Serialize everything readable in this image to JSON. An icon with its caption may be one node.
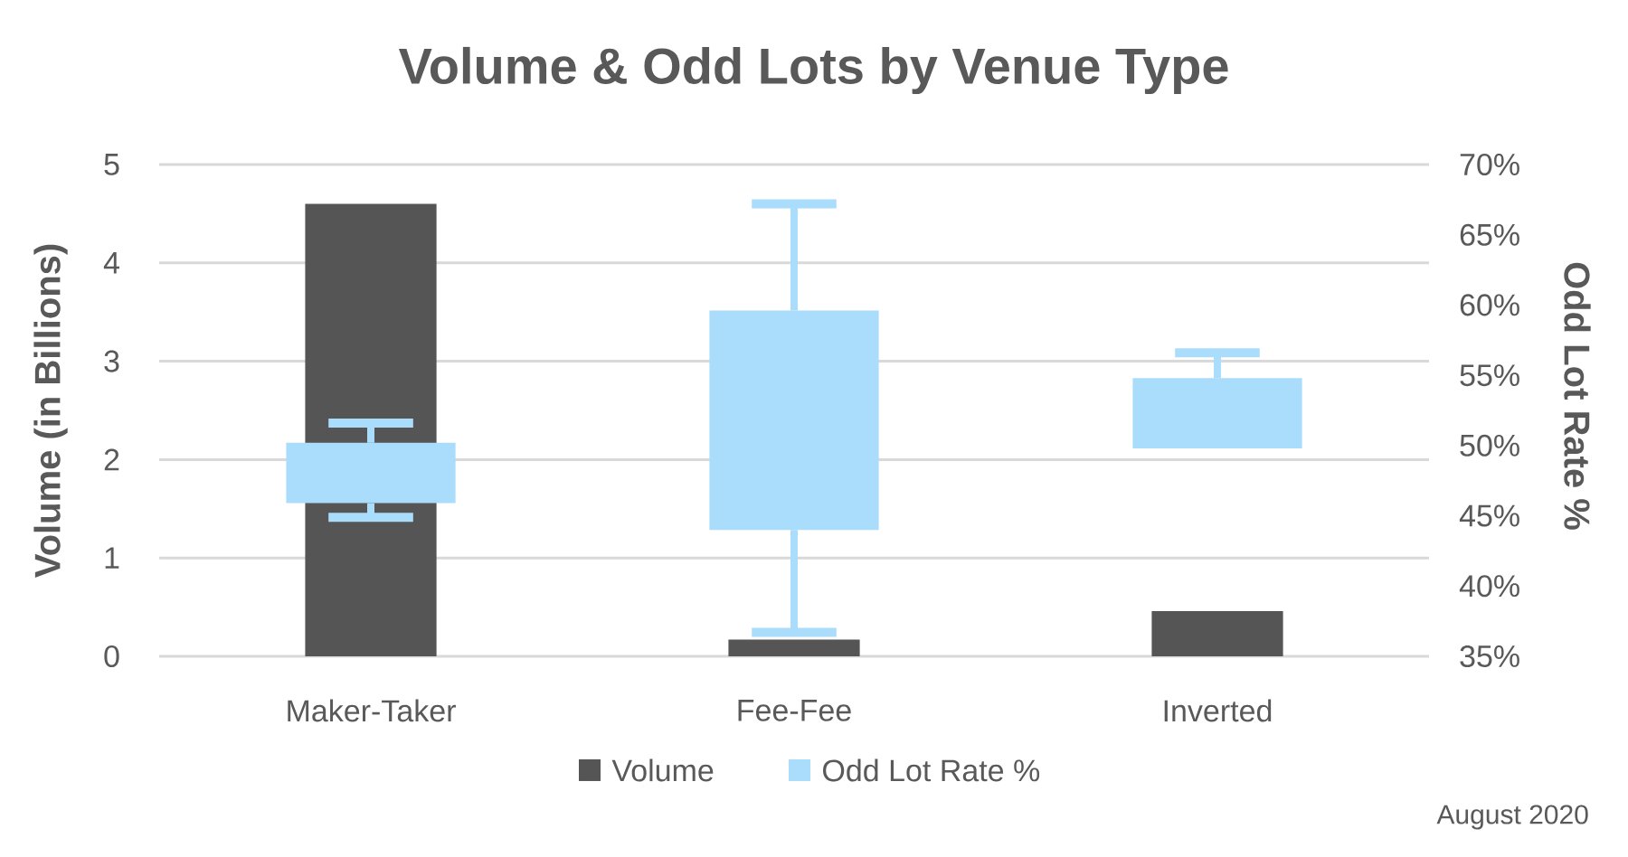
{
  "diagram": {
    "title": "Volume & Odd Lots by Venue Type",
    "labels": [
      "August 2020"
    ],
    "legend": [
      {
        "text": "Volume",
        "color": "#555555"
      },
      {
        "text": "Odd Lot Rate %",
        "color": "#aadcfc"
      }
    ],
    "chart_data": {
      "type": "bar",
      "categories": [
        "Maker-Taker",
        "Fee-Fee",
        "Inverted"
      ],
      "ylabel": "Volume (in Billions)",
      "ylim": [
        0,
        5
      ],
      "yticks": [
        0,
        1,
        2,
        3,
        4,
        5
      ],
      "series": [
        {
          "color": "#555555",
          "values": [
            4.6,
            0.17,
            0.46
          ]
        },
        {
          "type": "candlestick",
          "axis": "y2",
          "color": "#aadcfc",
          "ohlc": [
            [
              45.9,
              51.6,
              44.9,
              50.2
            ],
            [
              44.0,
              67.2,
              36.7,
              59.6
            ],
            [
              49.8,
              56.6,
              49.8,
              54.8
            ]
          ]
        }
      ],
      "grid": "y",
      "y2label": "Odd Lot Rate %",
      "y2lim": [
        35,
        70
      ],
      "y2ticks": [
        {
          "value": 35,
          "label": "35%"
        },
        {
          "value": 40,
          "label": "40%"
        },
        {
          "value": 45,
          "label": "45%"
        },
        {
          "value": 50,
          "label": "50%"
        },
        {
          "value": 55,
          "label": "55%"
        },
        {
          "value": 60,
          "label": "60%"
        },
        {
          "value": 65,
          "label": "65%"
        },
        {
          "value": 70,
          "label": "70%"
        }
      ]
    }
  }
}
